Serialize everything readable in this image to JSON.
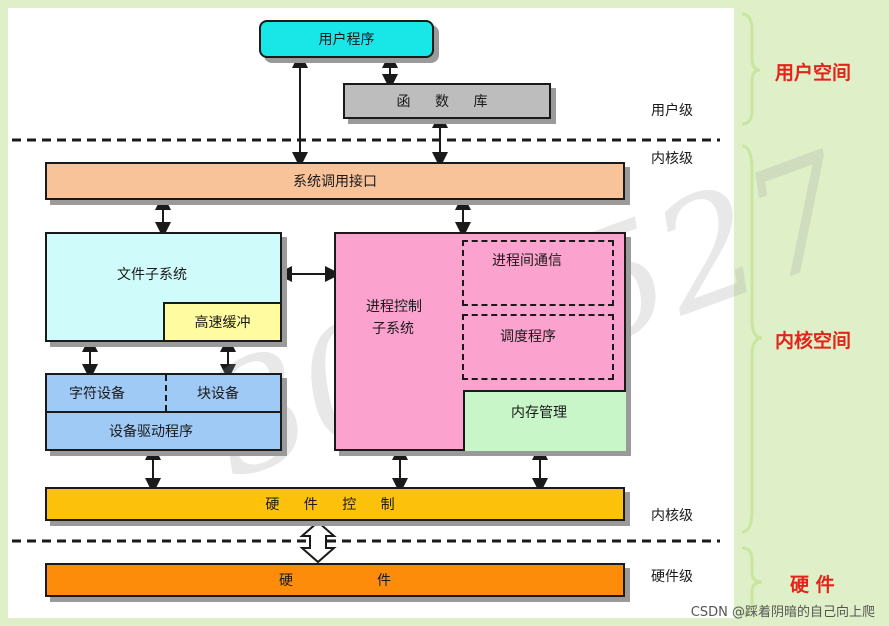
{
  "user_space": {
    "user_program": "用户程序",
    "library": "函 数 库",
    "level_label": "用户级"
  },
  "kernel": {
    "level_label_top": "内核级",
    "level_label_bottom": "内核级",
    "syscall": "系统调用接口",
    "fs": "文件子系统",
    "cache": "高速缓冲",
    "char_dev": "字符设备",
    "block_dev": "块设备",
    "driver": "设备驱动程序",
    "proc_line1": "进程控制",
    "proc_line2": "子系统",
    "ipc": "进程间通信",
    "scheduler": "调度程序",
    "memory": "内存管理",
    "hw_control": "硬 件 控 制"
  },
  "hardware": {
    "hardware": "硬　　　　　　件",
    "level_label": "硬件级"
  },
  "spaces": {
    "user": "用户空间",
    "kernel": "内核空间",
    "hardware": "硬 件"
  },
  "watermark": "3013527",
  "footer": "CSDN @踩着阴暗的自己向上爬",
  "colors": {
    "user_program": "#19e6e6",
    "library": "#bdbdbd",
    "syscall": "#f9c39a",
    "fs": "#cffbfb",
    "cache": "#fffba0",
    "devices": "#9fcaf6",
    "process": "#fca2cf",
    "memory": "#c8f6c8",
    "hw_control": "#fcc10b",
    "hardware": "#fd8c0a"
  }
}
